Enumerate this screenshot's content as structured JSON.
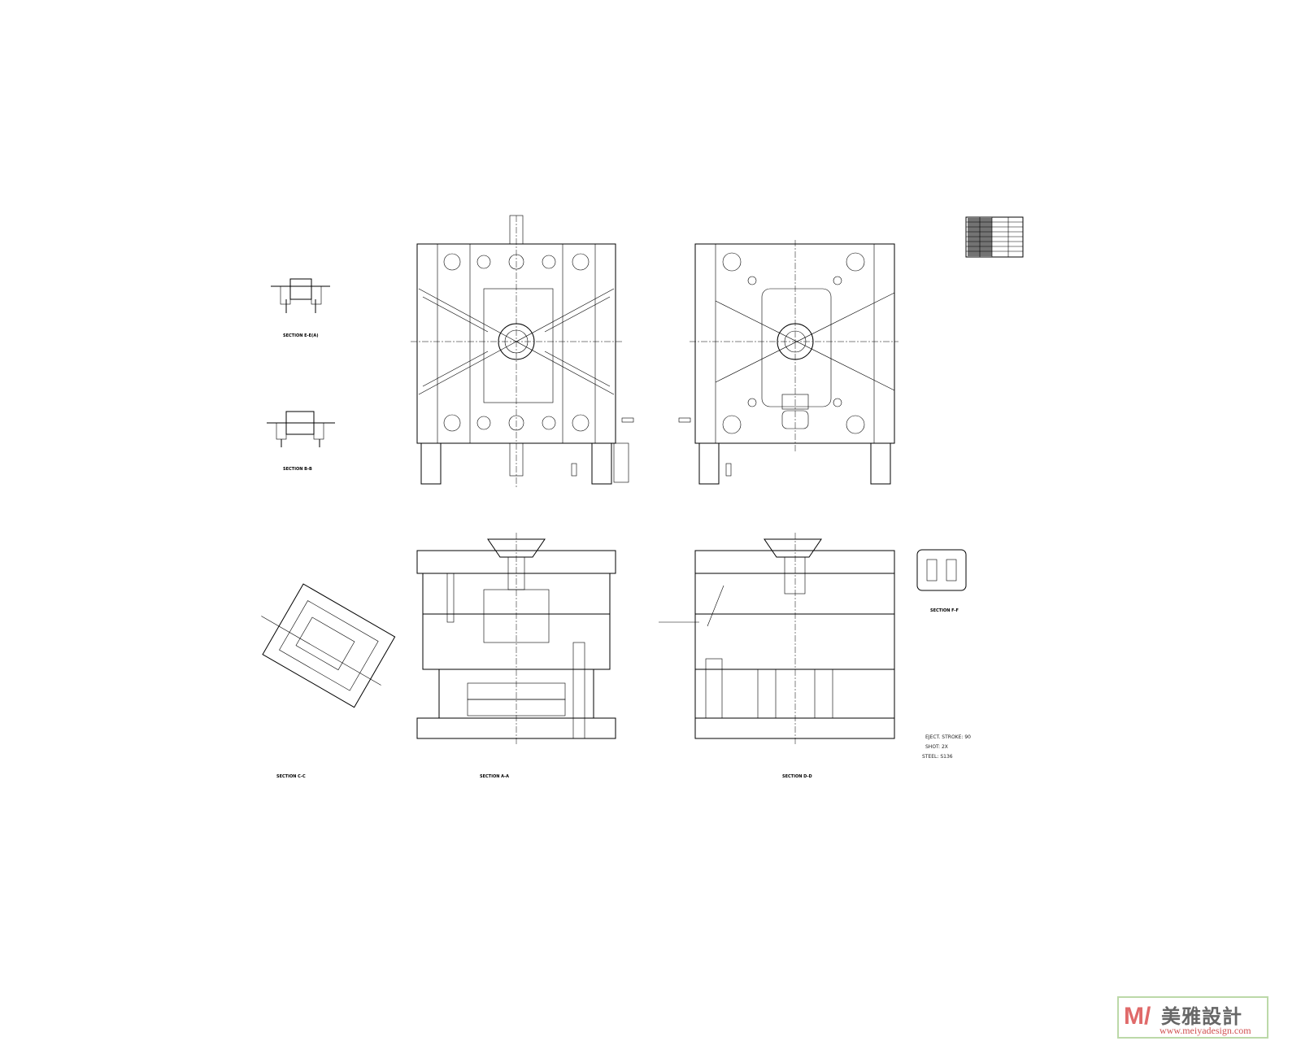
{
  "views": {
    "section_e": "SECTION E-E(A)",
    "section_b": "SECTION B-B",
    "section_c": "SECTION C-C",
    "section_a": "SECTION A-A",
    "section_d": "SECTION D-D",
    "section_f": "SECTION F-F"
  },
  "notes": [
    "EJECT. STROKE: 90",
    "SHOT: 2X",
    "STEEL: S136"
  ],
  "logo": {
    "mark": "M/",
    "name": "美雅設計",
    "url": "www.meiyadesign.com"
  }
}
